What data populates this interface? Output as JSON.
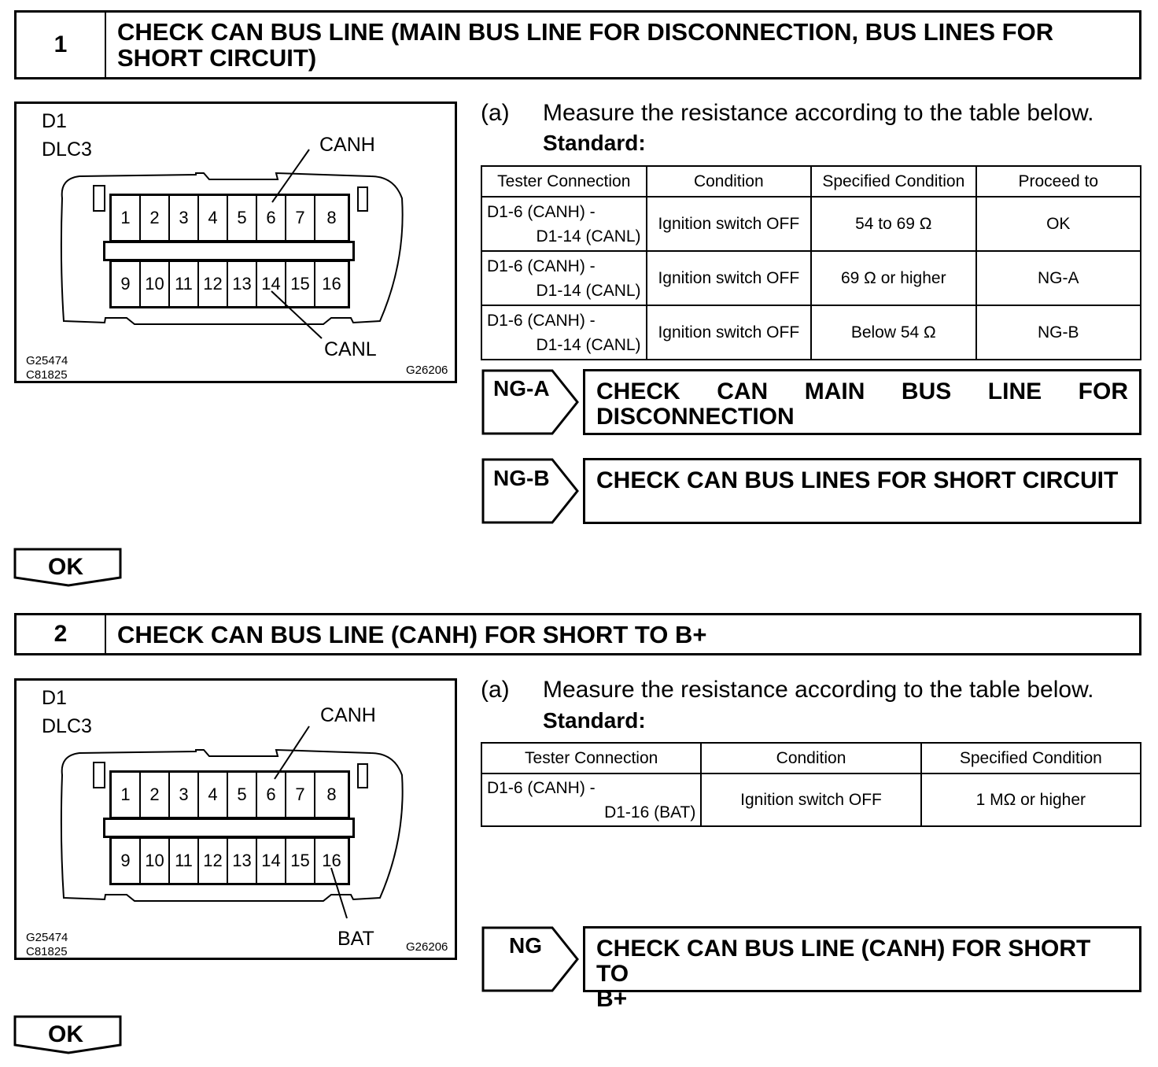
{
  "step1": {
    "number": "1",
    "title": "CHECK CAN BUS LINE (MAIN BUS LINE FOR DISCONNECTION, BUS LINES FOR SHORT CIRCUIT)",
    "figure": {
      "connector_id": "D1",
      "connector_name": "DLC3",
      "top_label": "CANH",
      "bottom_label": "CANL",
      "code_left_1": "G25474",
      "code_left_2": "C81825",
      "code_right": "G26206",
      "pins_top": [
        "1",
        "2",
        "3",
        "4",
        "5",
        "6",
        "7",
        "8"
      ],
      "pins_bottom": [
        "9",
        "10",
        "11",
        "12",
        "13",
        "14",
        "15",
        "16"
      ]
    },
    "step_label": "(a)",
    "instruction": "Measure the resistance according to the table below.",
    "standard": "Standard:",
    "table": {
      "headers": [
        "Tester Connection",
        "Condition",
        "Specified Condition",
        "Proceed to"
      ],
      "rows": [
        {
          "conn_a": "D1-6 (CANH) -",
          "conn_b": "D1-14 (CANL)",
          "condition": "Ignition switch OFF",
          "spec": "54 to 69 Ω",
          "proceed": "OK"
        },
        {
          "conn_a": "D1-6 (CANH) -",
          "conn_b": "D1-14 (CANL)",
          "condition": "Ignition switch OFF",
          "spec": "69 Ω or higher",
          "proceed": "NG-A"
        },
        {
          "conn_a": "D1-6 (CANH) -",
          "conn_b": "D1-14 (CANL)",
          "condition": "Ignition switch OFF",
          "spec": "Below 54 Ω",
          "proceed": "NG-B"
        }
      ]
    },
    "nga": {
      "label": "NG-A",
      "line1": "CHECK CAN MAIN BUS LINE FOR",
      "line2": "DISCONNECTION"
    },
    "ngb": {
      "label": "NG-B",
      "text": "CHECK CAN BUS LINES FOR SHORT CIRCUIT"
    },
    "ok": "OK"
  },
  "step2": {
    "number": "2",
    "title": "CHECK CAN BUS LINE (CANH) FOR SHORT TO B+",
    "figure": {
      "connector_id": "D1",
      "connector_name": "DLC3",
      "top_label": "CANH",
      "bottom_label": "BAT",
      "code_left_1": "G25474",
      "code_left_2": "C81825",
      "code_right": "G26206",
      "pins_top": [
        "1",
        "2",
        "3",
        "4",
        "5",
        "6",
        "7",
        "8"
      ],
      "pins_bottom": [
        "9",
        "10",
        "11",
        "12",
        "13",
        "14",
        "15",
        "16"
      ]
    },
    "step_label": "(a)",
    "instruction": "Measure the resistance according to the table below.",
    "standard": "Standard:",
    "table": {
      "headers": [
        "Tester Connection",
        "Condition",
        "Specified Condition"
      ],
      "rows": [
        {
          "conn_a": "D1-6 (CANH) -",
          "conn_b": "D1-16 (BAT)",
          "condition": "Ignition switch OFF",
          "spec": "1 MΩ or higher"
        }
      ]
    },
    "ng": {
      "label": "NG",
      "line1": "CHECK CAN BUS LINE (CANH) FOR SHORT TO",
      "line2": "B+"
    },
    "ok": "OK"
  }
}
